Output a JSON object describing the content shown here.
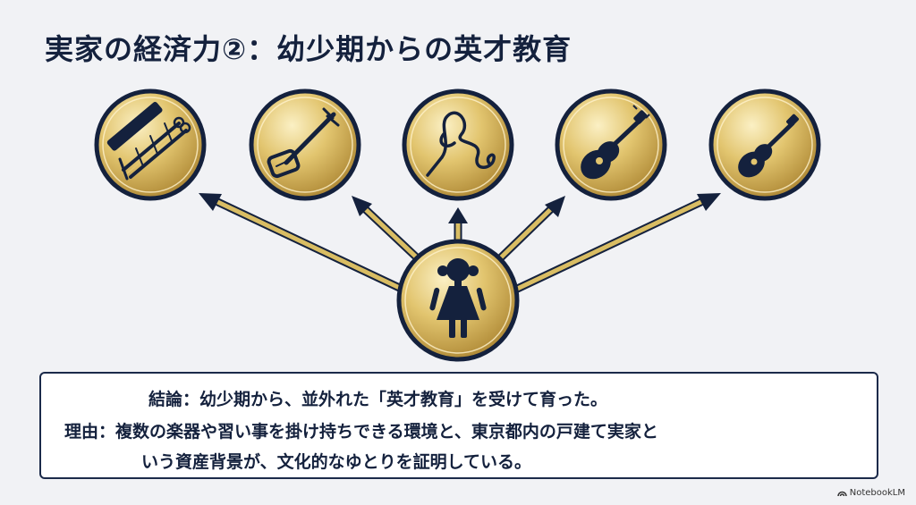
{
  "title": "実家の経済力②：幼少期からの英才教育",
  "diagram": {
    "nodes": [
      {
        "id": "koto",
        "icon": "koto-icon"
      },
      {
        "id": "shamisen",
        "icon": "shamisen-icon"
      },
      {
        "id": "ribbon",
        "icon": "gymnastics-ribbon-icon"
      },
      {
        "id": "guitar",
        "icon": "guitar-icon"
      },
      {
        "id": "ukulele",
        "icon": "ukulele-icon"
      }
    ],
    "center": {
      "id": "girl",
      "icon": "girl-icon"
    },
    "edges": [
      {
        "from": "girl",
        "to": "koto"
      },
      {
        "from": "girl",
        "to": "shamisen"
      },
      {
        "from": "girl",
        "to": "ribbon"
      },
      {
        "from": "girl",
        "to": "guitar"
      },
      {
        "from": "girl",
        "to": "ukulele"
      }
    ]
  },
  "summary": {
    "conclusion": "結論：幼少期から、並外れた「英才教育」を受けて育った。",
    "reason_line1": "理由：複数の楽器や習い事を掛け持ちできる環境と、東京都内の戸建て実家と",
    "reason_line2": "いう資産背景が、文化的なゆとりを証明している。"
  },
  "brand": "NotebookLM",
  "colors": {
    "navy": "#14213d",
    "gold": "#c9a94b",
    "gold_light": "#f4e3a1",
    "background": "#f1f2f5"
  }
}
